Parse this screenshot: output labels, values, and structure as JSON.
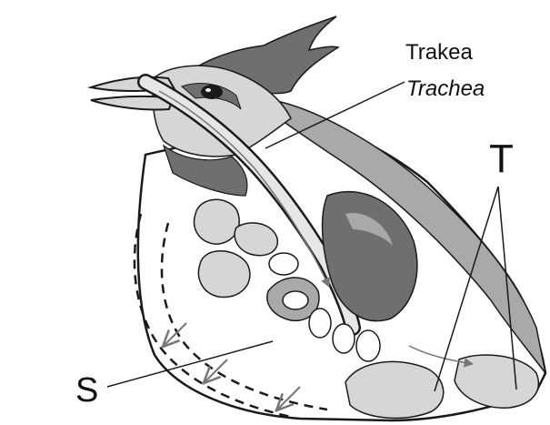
{
  "labels": {
    "trakea": "Trakea",
    "trachea": "Trachea",
    "t": "T",
    "s": "S"
  },
  "colors": {
    "ink": "#1a1a1a",
    "shade_dark": "#6f6f6f",
    "shade_mid": "#a9a9a9",
    "shade_light": "#d6d6d6",
    "background": "#ffffff"
  }
}
